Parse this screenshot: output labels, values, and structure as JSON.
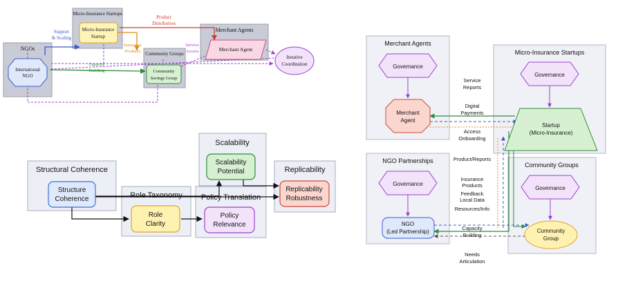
{
  "top_left": {
    "clusters": {
      "ngos": "NGOs",
      "startups": "Micro-Insurance Startups",
      "community": "Community Groups",
      "merchants": "Merchant Agents"
    },
    "nodes": {
      "ngo": [
        "International",
        "NGO"
      ],
      "startup": [
        "Micro-Insurance",
        "Startup"
      ],
      "savings": [
        "Community",
        "Savings Group"
      ],
      "merchant": "Merchant Agent",
      "iterative": [
        "Iterative",
        "Coordination"
      ]
    },
    "edges": {
      "support": [
        "Support",
        "& Scaling"
      ],
      "product": [
        "Product",
        "Distribution"
      ],
      "insurance": [
        "Insurance",
        "Products"
      ],
      "service": [
        "Service",
        "Access"
      ],
      "capacity": [
        "Capacity",
        "Building"
      ]
    },
    "colors": {
      "support": "#3b5bcc",
      "product": "#d43a2a",
      "insurance": "#e08a1e",
      "service": "#9b3fd0",
      "capacity": "#2e8b3a"
    }
  },
  "bottom_left": {
    "clusters": {
      "structural": "Structural Coherence",
      "role": "Role Taxonomy",
      "policy": "Policy Translation",
      "scalability": "Scalability",
      "replicability": "Replicability"
    },
    "nodes": {
      "structure": [
        "Structure",
        "Coherence"
      ],
      "role": [
        "Role",
        "Clarity"
      ],
      "policy": [
        "Policy",
        "Relevance"
      ],
      "scalability": [
        "Scalability",
        "Potential"
      ],
      "replicability": [
        "Replicability",
        "Robustness"
      ]
    }
  },
  "right": {
    "clusters": {
      "merchants": "Merchant Agents",
      "startups": "Micro-Insurance Startups",
      "ngo": "NGO Partnerships",
      "community": "Community Groups"
    },
    "nodes": {
      "gov_merchant": "Governance",
      "gov_startup": "Governance",
      "gov_ngo": "Governance",
      "gov_community": "Governance",
      "merchant_agent": [
        "Merchant",
        "Agent"
      ],
      "startup": [
        "Startup",
        "(Micro-Insurance)"
      ],
      "ngo": [
        "NGO",
        "(Led Partnership)"
      ],
      "community_group": [
        "Community",
        "Group"
      ]
    },
    "edges": {
      "service_reports": [
        "Service",
        "Reports"
      ],
      "digital_payments": [
        "Digital",
        "Payments"
      ],
      "access_onboarding": [
        "Access",
        "Onboarding"
      ],
      "product_reports": "Product/Reports",
      "insurance_products": [
        "Insurance",
        "Products"
      ],
      "feedback": [
        "Feedback",
        "Local Data"
      ],
      "resources": "Resources/Info",
      "capacity": [
        "Capacity",
        "Building"
      ],
      "needs": [
        "Needs",
        "Articulation"
      ]
    }
  }
}
